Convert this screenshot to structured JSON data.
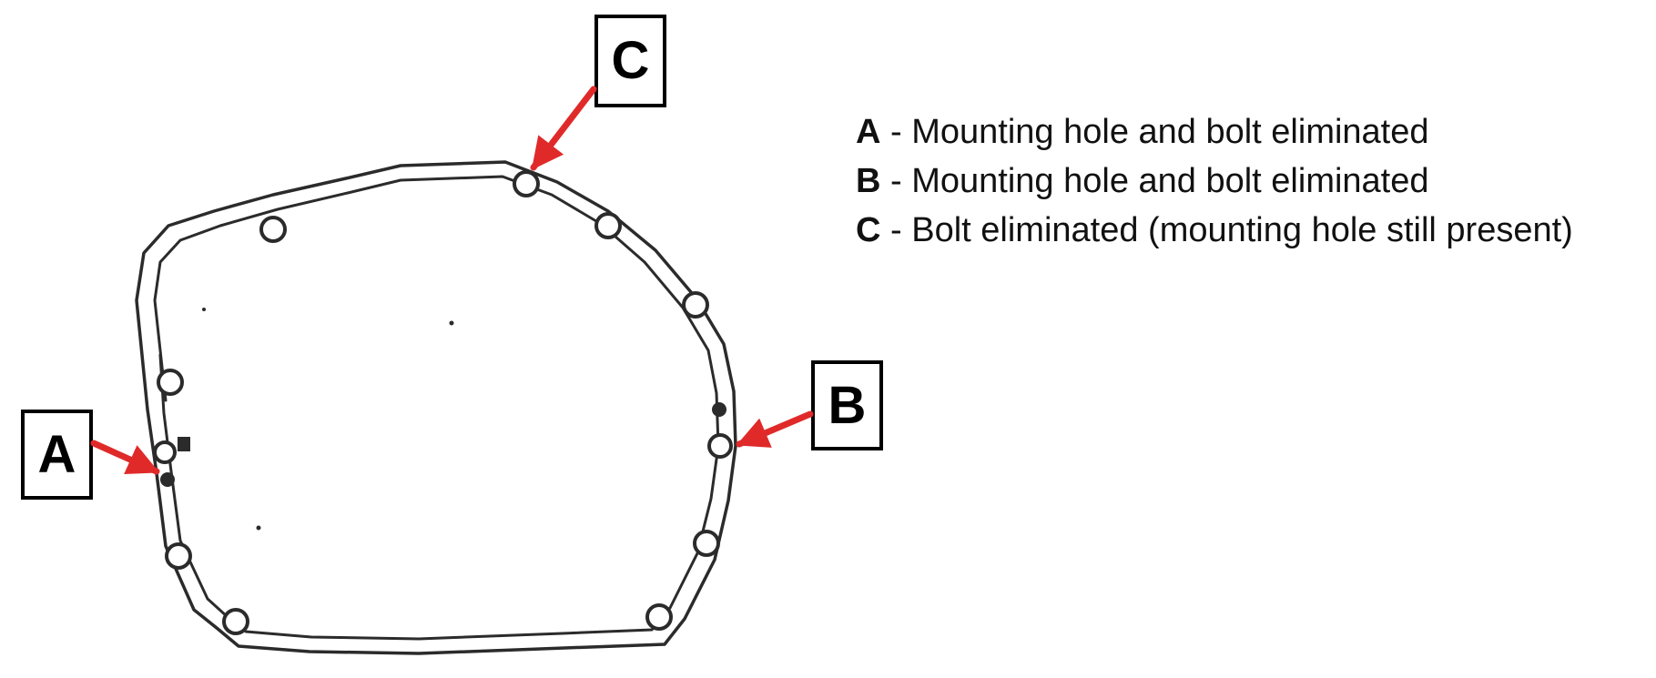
{
  "callouts": [
    {
      "id": "A",
      "label": "A"
    },
    {
      "id": "B",
      "label": "B"
    },
    {
      "id": "C",
      "label": "C"
    }
  ],
  "legend": [
    {
      "key": "A",
      "separator": " - ",
      "text": "Mounting hole and bolt eliminated"
    },
    {
      "key": "B",
      "separator": " - ",
      "text": "Mounting hole and bolt eliminated"
    },
    {
      "key": "C",
      "separator": " - ",
      "text": "Bolt eliminated (mounting hole still present)"
    }
  ],
  "colors": {
    "arrow": "#e02a2a",
    "outline": "#2b2b2b",
    "box_border": "#000000"
  }
}
